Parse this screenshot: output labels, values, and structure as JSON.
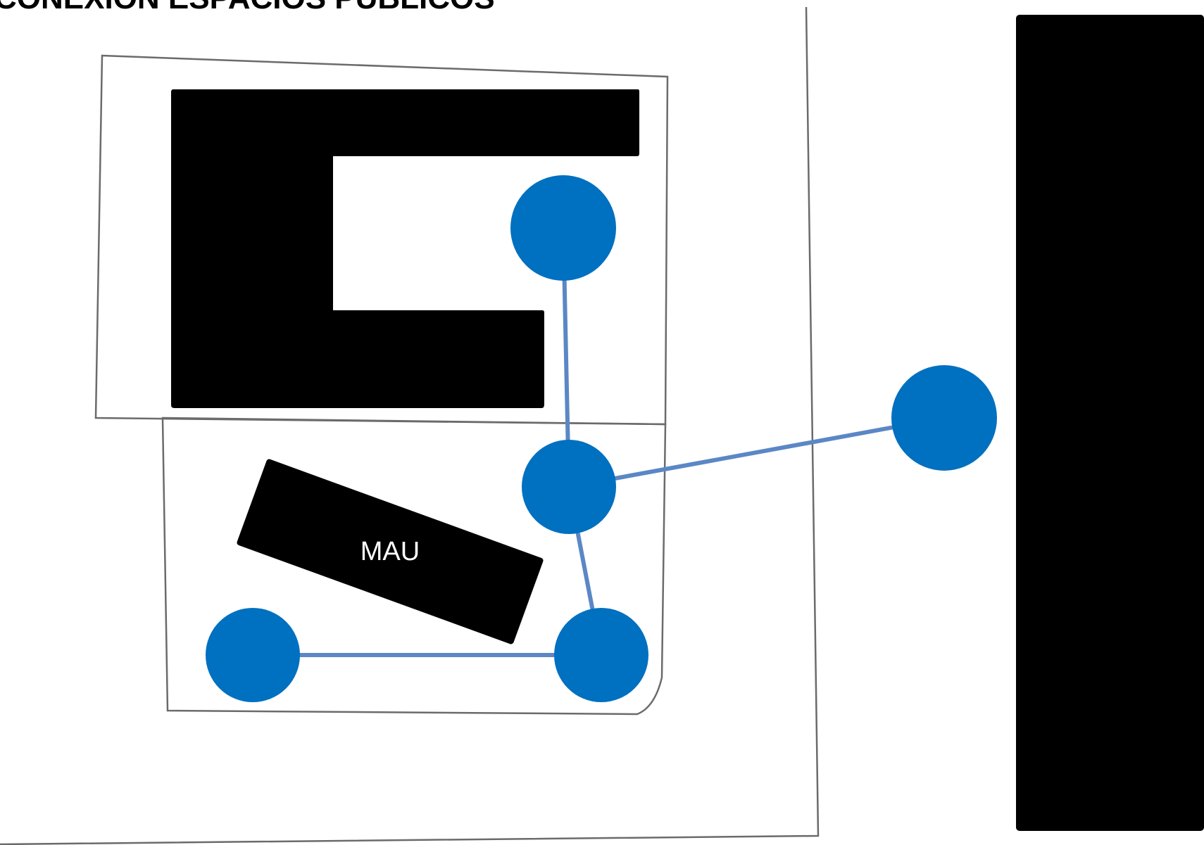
{
  "title": "CONEXION ESPACIOS PUBLICOS",
  "colors": {
    "node_fill": "#0070C0",
    "link_stroke": "#5B87C5",
    "building_fill": "#000000",
    "outline_stroke": "#6b6b6b"
  },
  "blocks": [
    {
      "id": "mau",
      "label": "MAU"
    }
  ],
  "nodes": [
    {
      "id": "node-north"
    },
    {
      "id": "node-center"
    },
    {
      "id": "node-east"
    },
    {
      "id": "node-southeast"
    },
    {
      "id": "node-southwest"
    }
  ],
  "links": [
    {
      "from": "node-north",
      "to": "node-center"
    },
    {
      "from": "node-center",
      "to": "node-east"
    },
    {
      "from": "node-center",
      "to": "node-southeast"
    },
    {
      "from": "node-southeast",
      "to": "node-southwest"
    }
  ]
}
